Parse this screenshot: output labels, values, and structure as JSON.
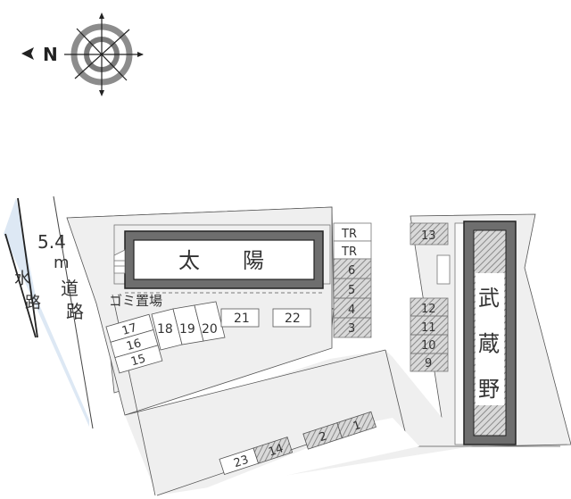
{
  "compass": {
    "north_label": "N",
    "direction": "left"
  },
  "road": {
    "width_label": "5.4",
    "unit": "m",
    "name": "道路"
  },
  "waterway": {
    "label": "水路"
  },
  "buildings": [
    {
      "name": "太陽",
      "id": "building-taiyo"
    },
    {
      "name": "武蔵野",
      "id": "building-musashino"
    }
  ],
  "garbage": {
    "label": "ゴミ置場"
  },
  "parking": {
    "trunk_rooms": [
      "TR",
      "TR"
    ],
    "column_center": [
      "6",
      "5",
      "4",
      "3"
    ],
    "column_right": [
      "12",
      "11",
      "10",
      "9"
    ],
    "top_right": "13",
    "left_stack": [
      "17",
      "16",
      "15"
    ],
    "left_row": [
      "18",
      "19",
      "20"
    ],
    "row_21_22": [
      "21",
      "22"
    ],
    "bottom": [
      "23",
      "14",
      "2",
      "1"
    ]
  },
  "colors": {
    "site": "#efefef",
    "water": "#dde8f4",
    "building_border": "#6e6e6e",
    "hatch": "#a0a0a0"
  }
}
